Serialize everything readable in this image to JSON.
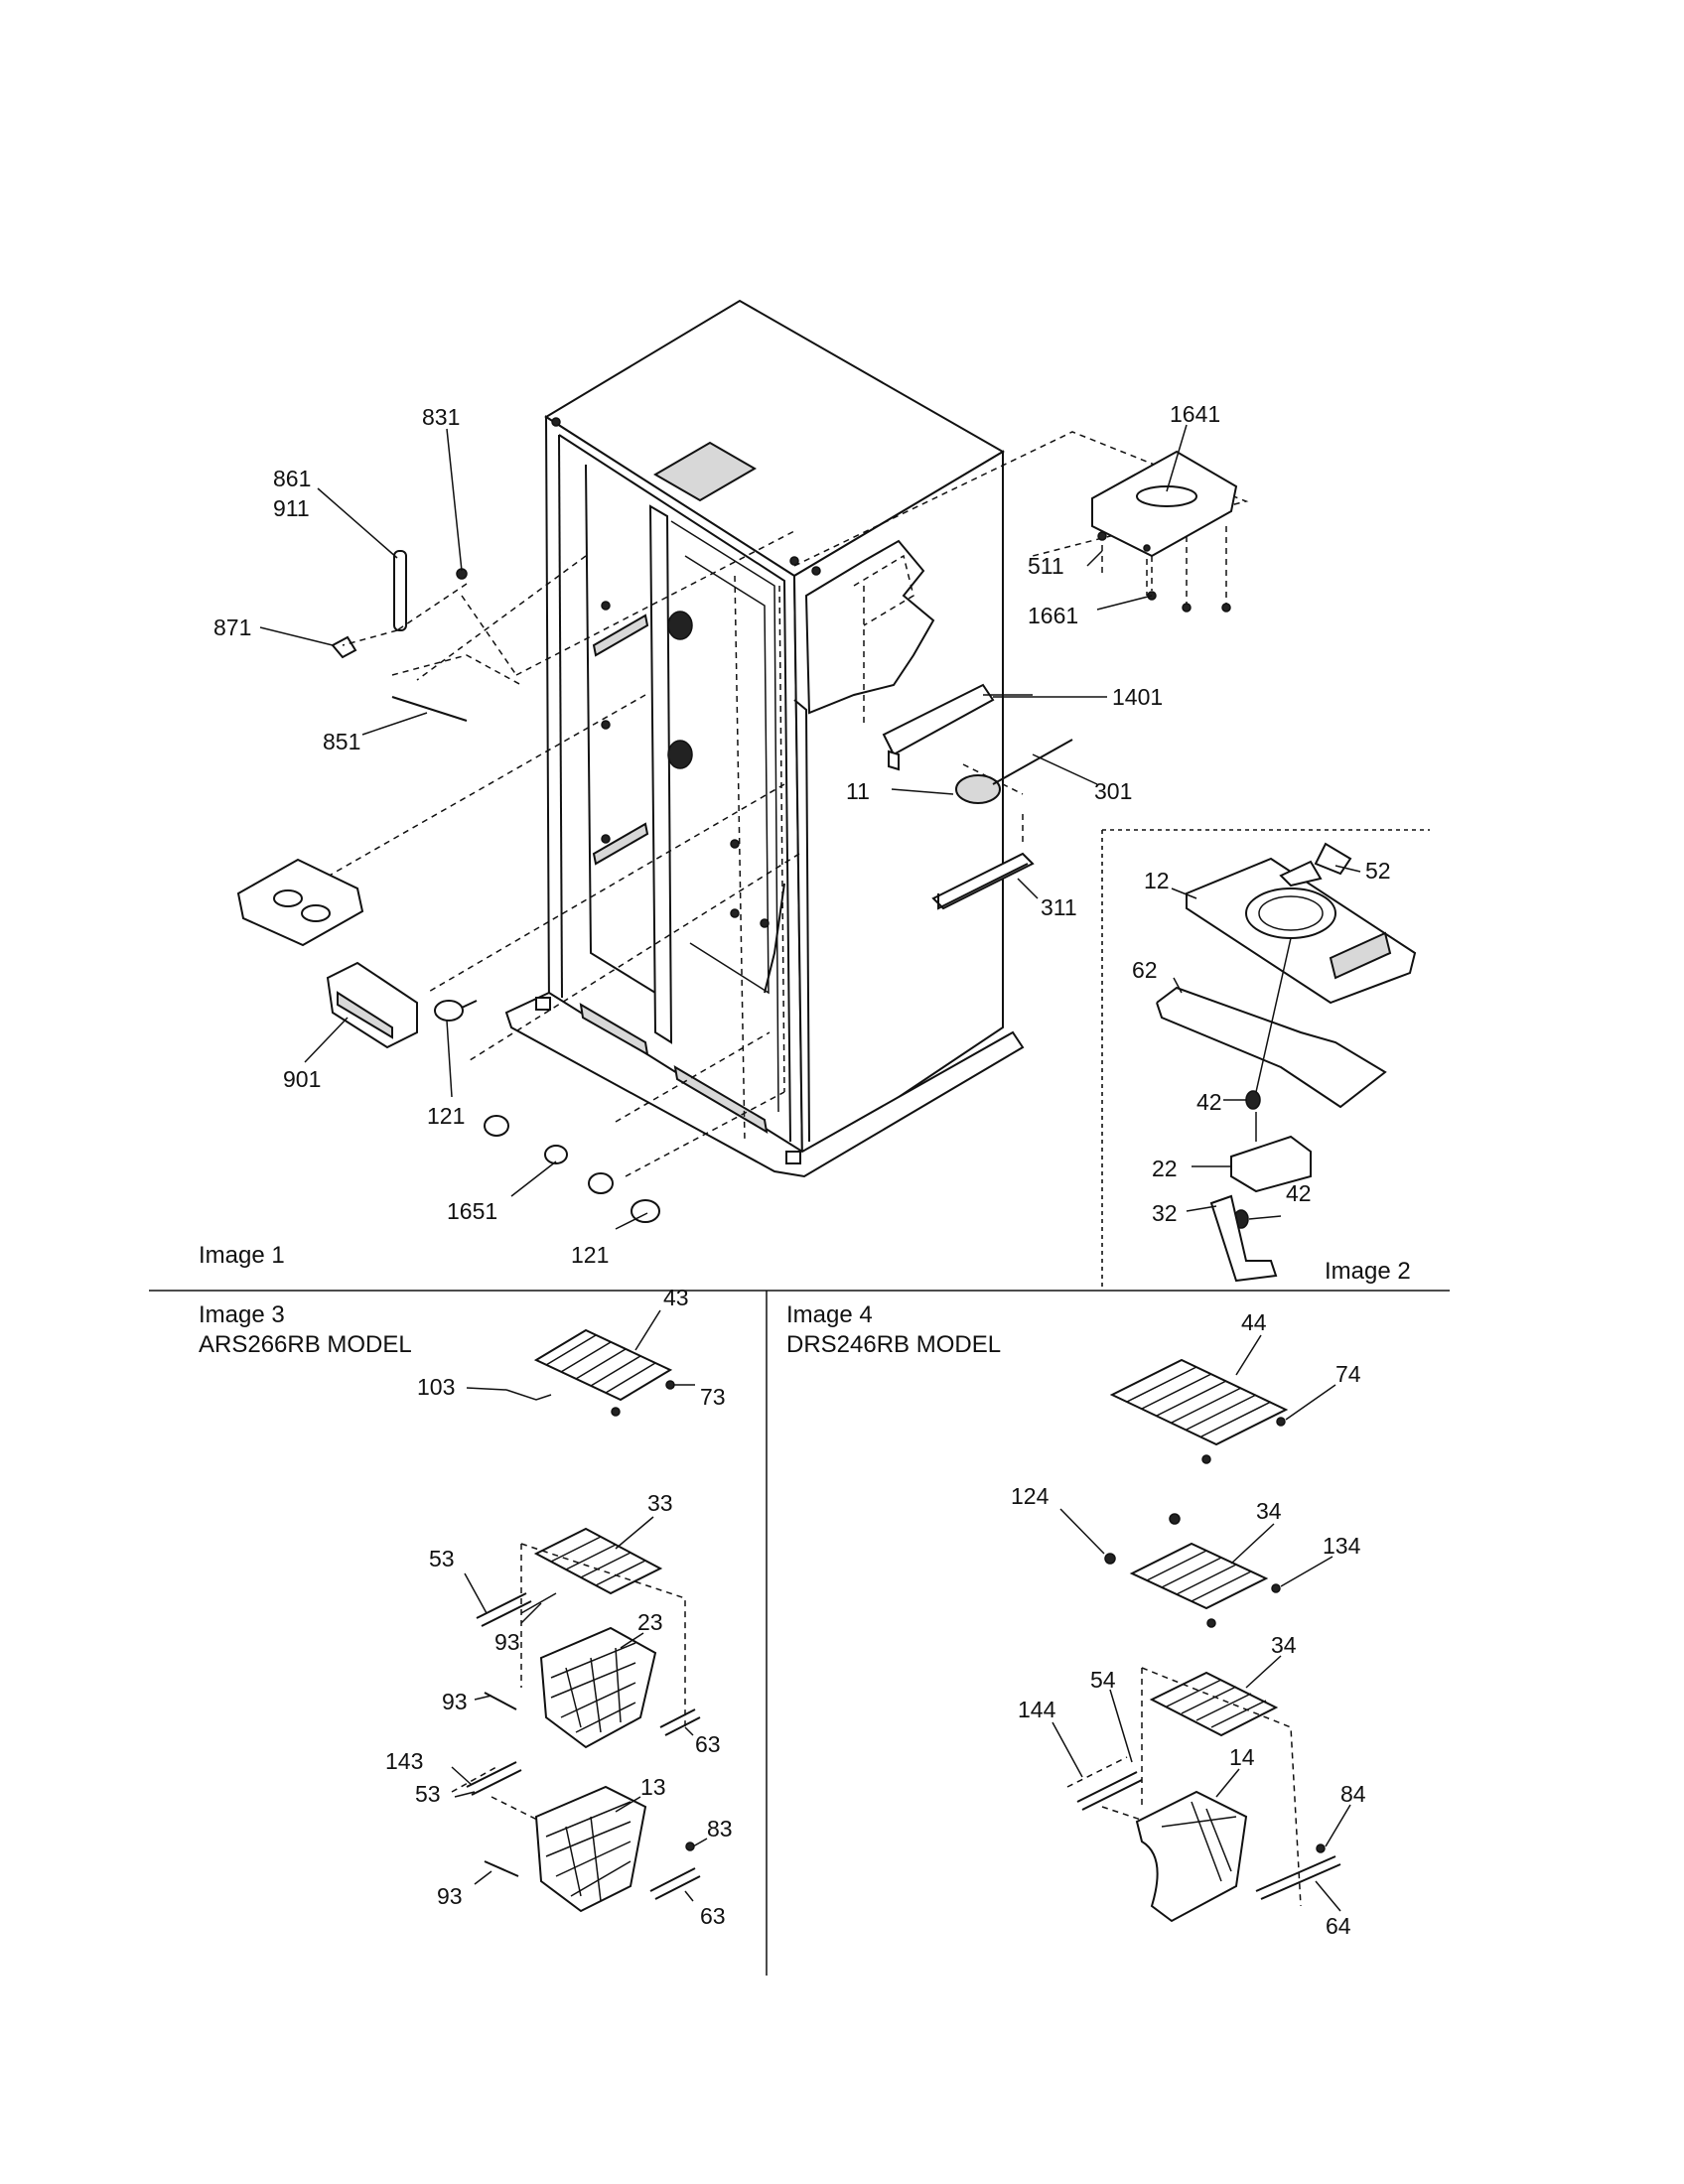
{
  "panels": {
    "image1": {
      "title": "Image 1"
    },
    "image2": {
      "title": "Image 2"
    },
    "image3": {
      "title": "Image 3",
      "model": "ARS266RB MODEL"
    },
    "image4": {
      "title": "Image 4",
      "model": "DRS246RB MODEL"
    }
  },
  "callouts": {
    "c831": "831",
    "c861": "861",
    "c911": "911",
    "c871": "871",
    "c851": "851",
    "c1641": "1641",
    "c511": "511",
    "c1661": "1661",
    "c1401": "1401",
    "c11": "11",
    "c301": "301",
    "c311": "311",
    "c901": "901",
    "c121a": "121",
    "c121b": "121",
    "c1651": "1651",
    "c12": "12",
    "c52": "52",
    "c62": "62",
    "c42a": "42",
    "c42b": "42",
    "c22": "22",
    "c32": "32",
    "c43": "43",
    "c103": "103",
    "c73": "73",
    "c33": "33",
    "c53a": "53",
    "c93a": "93",
    "c23": "23",
    "c93b": "93",
    "c63a": "63",
    "c143": "143",
    "c53b": "53",
    "c13": "13",
    "c83": "83",
    "c93c": "93",
    "c63b": "63",
    "c44": "44",
    "c74": "74",
    "c124": "124",
    "c34a": "34",
    "c134": "134",
    "c34b": "34",
    "c54": "54",
    "c144": "144",
    "c14": "14",
    "c84": "84",
    "c64": "64"
  }
}
